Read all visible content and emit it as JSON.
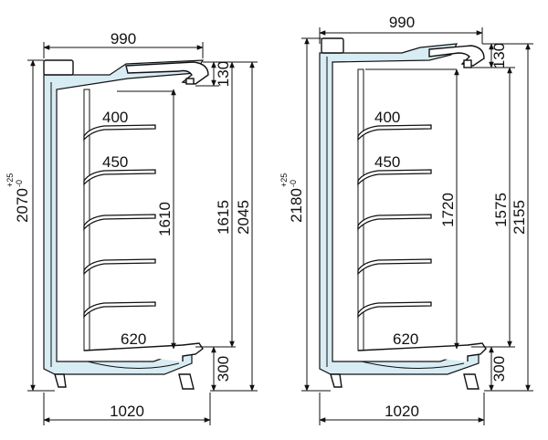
{
  "colors": {
    "line": "#111111",
    "insulation": "#d8ecf4",
    "background": "#ffffff"
  },
  "left_unit": {
    "top_width": "990",
    "bottom_width": "1020",
    "total_height": "2070",
    "tolerance_plus": "+25",
    "tolerance_minus": "-0",
    "upper_gap": "130",
    "height_a": "1615",
    "height_b": "2045",
    "shelf_height": "1610",
    "base_height": "300",
    "shelf_depths": [
      "400",
      "450"
    ],
    "base_depth": "620"
  },
  "right_unit": {
    "top_width": "990",
    "bottom_width": "1020",
    "total_height": "2180",
    "tolerance_plus": "+25",
    "tolerance_minus": "-0",
    "upper_gap": "130",
    "height_a": "1575",
    "height_b": "2155",
    "shelf_height": "1720",
    "base_height": "300",
    "shelf_depths": [
      "400",
      "450"
    ],
    "base_depth": "620"
  }
}
